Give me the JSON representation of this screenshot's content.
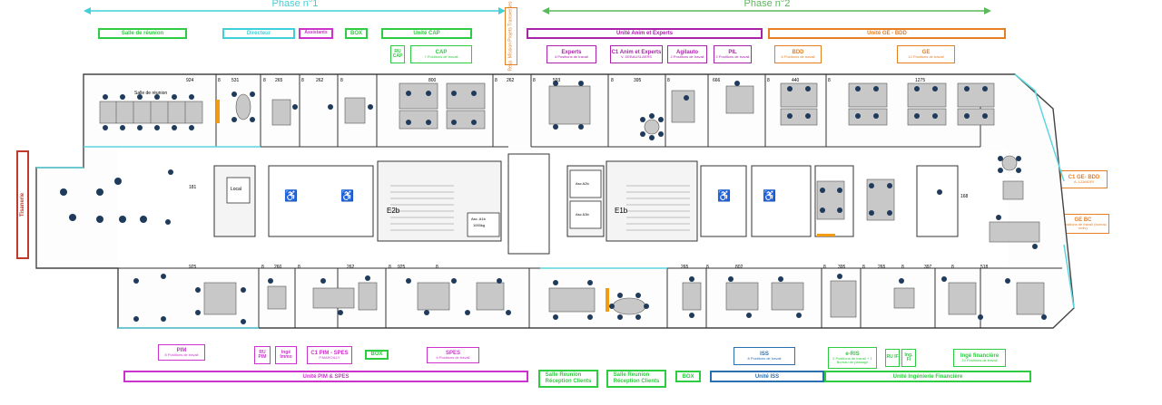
{
  "phases": [
    {
      "label": "Phase n°1",
      "color": "#3fd0d8"
    },
    {
      "label": "Phase n°2",
      "color": "#5cb85c"
    }
  ],
  "top_labels": [
    {
      "title": "Salle de réunion",
      "sub": "",
      "color": "#2ecc40"
    },
    {
      "title": "Directeur",
      "sub": "",
      "color": "#3fd0d8"
    },
    {
      "title": "Assistants",
      "sub": "",
      "color": "#cc33cc"
    },
    {
      "title": "BOX",
      "sub": "",
      "color": "#2ecc40"
    },
    {
      "title": "Unité CAP",
      "sub": "",
      "color": "#2ecc40"
    },
    {
      "title": "RU CAP",
      "sub": "",
      "color": "#2ecc40"
    },
    {
      "title": "CAP",
      "sub": "7 Positions de travail",
      "color": "#2ecc40"
    },
    {
      "title": "Unité Anim et Experts",
      "sub": "",
      "color": "#aa22aa"
    },
    {
      "title": "Unité GE - BDD",
      "sub": "",
      "color": "#e67e22"
    },
    {
      "title": "Experts",
      "sub": "4 Positions de travail",
      "color": "#aa22aa"
    },
    {
      "title": "C1 Anim et Experts",
      "sub": "V. DEBAUSLAERS",
      "color": "#aa22aa"
    },
    {
      "title": "Agilauto",
      "sub": "2 Positions de travail",
      "color": "#aa22aa"
    },
    {
      "title": "PIL",
      "sub": "2 Positions de travail",
      "color": "#aa22aa"
    },
    {
      "title": "BDD",
      "sub": "6 Positions de travail",
      "color": "#e67e22"
    },
    {
      "title": "GE",
      "sub": "12 Positions de travail",
      "color": "#e67e22"
    }
  ],
  "vertical_labels": [
    {
      "text": "Tisanerie",
      "color": "#c0392b"
    },
    {
      "text": "Resp. Mission\nProjets Transverses",
      "color": "#e67e22"
    }
  ],
  "right_labels": [
    {
      "title": "C1 GE- BDD",
      "sub": "A. LZANDRI",
      "color": "#e67e22"
    },
    {
      "title": "GE BC",
      "sub": "2 Positions de travail (bureau indiv)",
      "color": "#e67e22"
    }
  ],
  "bottom_labels": [
    {
      "title": "PIM",
      "sub": "8 Positions de travail",
      "color": "#cc33cc"
    },
    {
      "title": "RU PIM",
      "sub": "",
      "color": "#cc33cc"
    },
    {
      "title": "Ingé Immo",
      "sub": "",
      "color": "#cc33cc"
    },
    {
      "title": "C1 PIM - SPES",
      "sub": "P.MAROILLY",
      "color": "#cc33cc"
    },
    {
      "title": "BOX",
      "sub": "",
      "color": "#2ecc40"
    },
    {
      "title": "SPES",
      "sub": "6 Positions de travail",
      "color": "#cc33cc"
    },
    {
      "title": "ISS",
      "sub": "8 Positions de travail",
      "color": "#2a6fb0"
    },
    {
      "title": "e-RIS",
      "sub": "2 Positions de travail + 1 Bureau de passage",
      "color": "#2ecc40"
    },
    {
      "title": "RU IF",
      "sub": "",
      "color": "#2ecc40"
    },
    {
      "title": "Ing. Fi",
      "sub": "",
      "color": "#2ecc40"
    },
    {
      "title": "Ingé financière",
      "sub": "10 Positions de travail",
      "color": "#2ecc40"
    }
  ],
  "bottom_bands": [
    {
      "label": "Unité PIM & SPES",
      "color": "#cc33cc"
    },
    {
      "label": "Salle Reunion\nRéception Clients",
      "color": "#2ecc40"
    },
    {
      "label": "Salle Reunion\nRéception Clients",
      "color": "#2ecc40"
    },
    {
      "label": "BOX",
      "color": "#2ecc40"
    },
    {
      "label": "Unité ISS",
      "color": "#2a6fb0"
    },
    {
      "label": "Unité Ingénierie Financière",
      "color": "#2ecc40"
    }
  ],
  "plan_texts": {
    "salle_reunion": "Salle de réunion",
    "e2b": "E2b",
    "e1b": "E1b",
    "asc_a2b": "Asc A2b",
    "asc_a3b": "Asc A3b",
    "asc_a1b": "Asc. A1b",
    "asc_a1b_cap": "1000kg",
    "local": "Local",
    "top_dims": [
      "924",
      "8",
      "531",
      "8",
      "265",
      "8",
      "262",
      "8",
      "800",
      "8",
      "262",
      "8",
      "593",
      "8",
      "395",
      "8",
      "666",
      "8",
      "440",
      "8",
      "1275"
    ],
    "bottom_dims": [
      "925",
      "8",
      "260",
      "8",
      "262",
      "8",
      "925",
      "8",
      "265",
      "8",
      "802",
      "8",
      "395",
      "8",
      "265",
      "8",
      "397",
      "8",
      "518"
    ],
    "side_dims": [
      "181",
      "168"
    ]
  }
}
